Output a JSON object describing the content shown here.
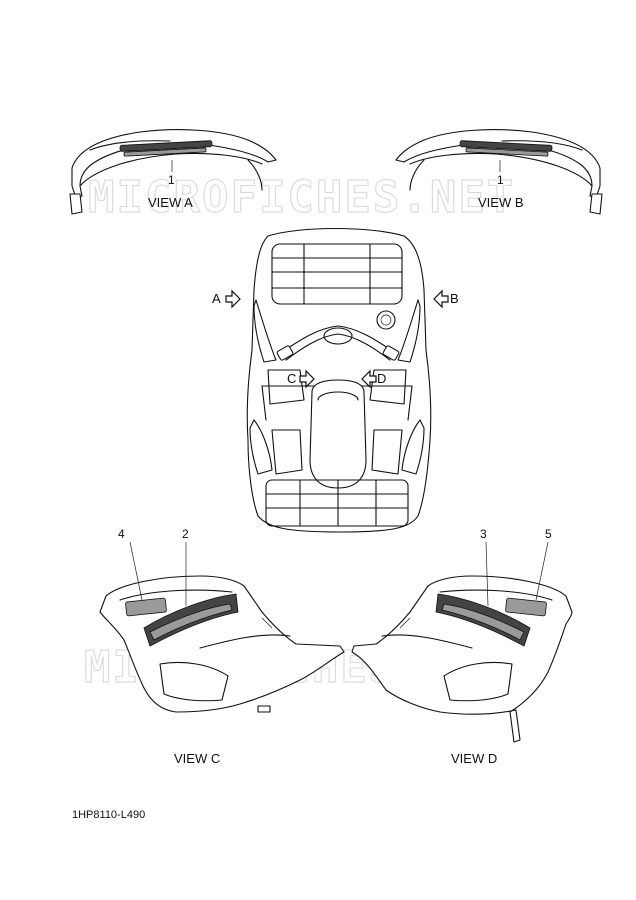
{
  "views": {
    "a": "VIEW A",
    "b": "VIEW B",
    "c": "VIEW C",
    "d": "VIEW D"
  },
  "arrows": {
    "a": "A",
    "b": "B",
    "c": "C",
    "d": "D"
  },
  "callouts": {
    "view_a_part": "1",
    "view_b_part": "1",
    "c_part_left": "4",
    "c_part_right": "2",
    "d_part_left": "3",
    "d_part_right": "5"
  },
  "watermark": "MICROFICHES.NET",
  "diagram_code": "1HP8110-L490",
  "colors": {
    "line": "#111111",
    "watermark": "#dcdcdc",
    "decal_fill": "#9a9a9a"
  }
}
